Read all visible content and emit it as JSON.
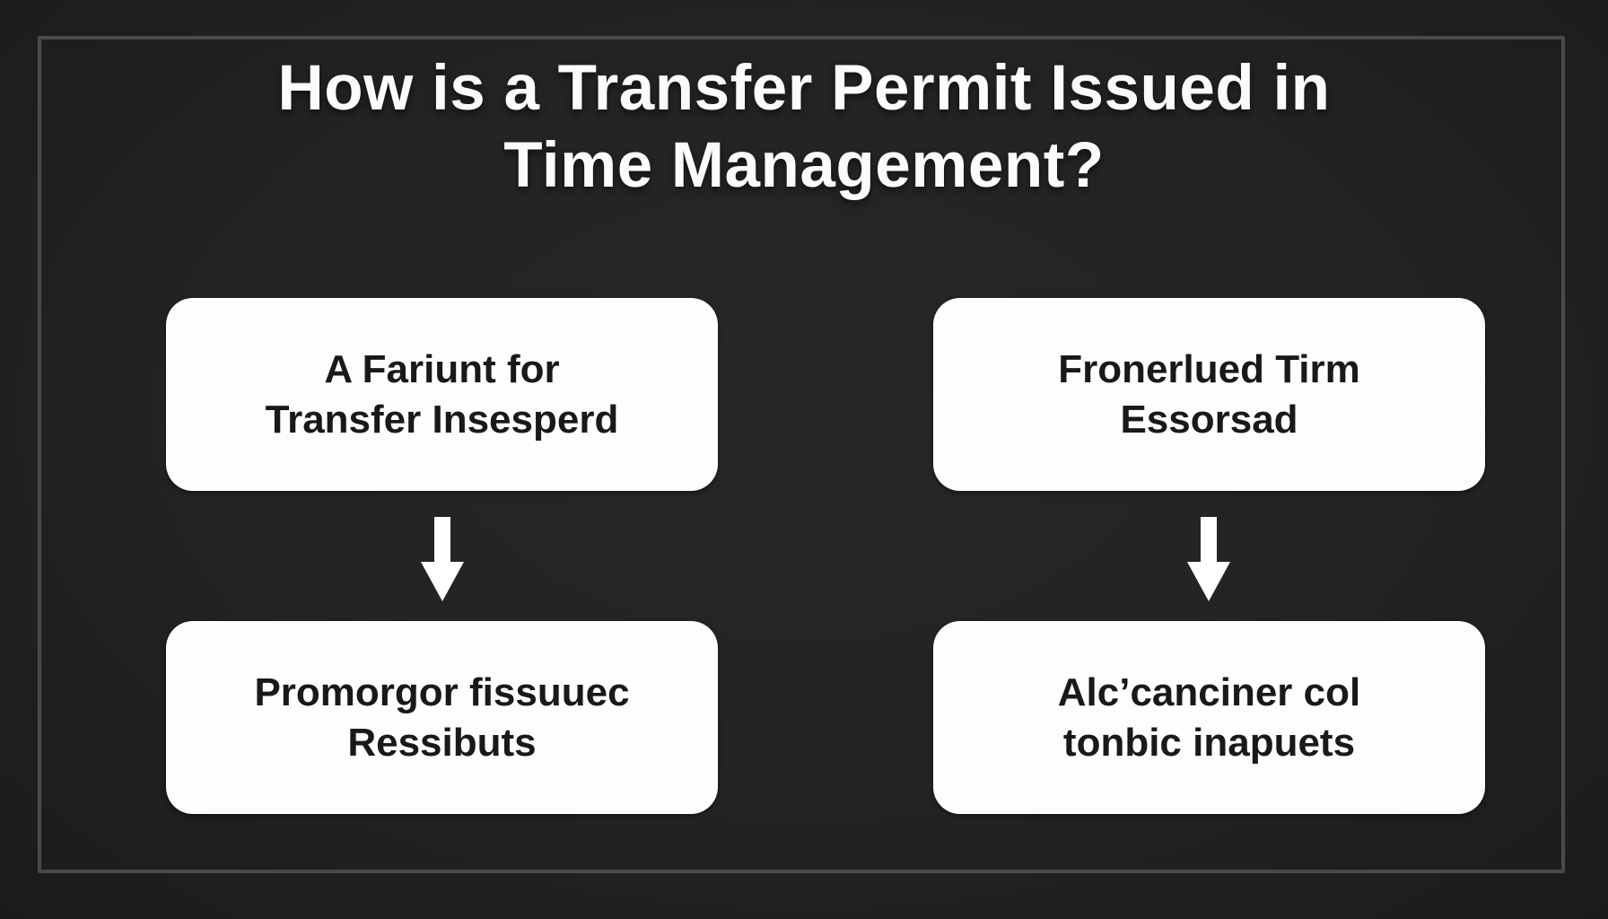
{
  "title": {
    "text": "How is a Transfer Permit Issued in\nTime Management?"
  },
  "boxes": {
    "top_left": {
      "label": "A Fariunt for\nTransfer Insesperd"
    },
    "top_right": {
      "label": "Fronerlued Tirm\nEssorsad"
    },
    "bottom_left": {
      "label": "Promorgor fissuuec\nRessibuts"
    },
    "bottom_right": {
      "label": "Alc’canciner col\ntonbic inapuets"
    }
  },
  "icons": {
    "left_arrow": "down-arrow",
    "right_arrow": "down-arrow"
  },
  "colors": {
    "background": "#232323",
    "frame_border": "#4a4a4a",
    "box_fill": "#fdfdfd",
    "box_text": "#191919",
    "title_text": "#fbfbfb",
    "arrow": "#ffffff"
  }
}
